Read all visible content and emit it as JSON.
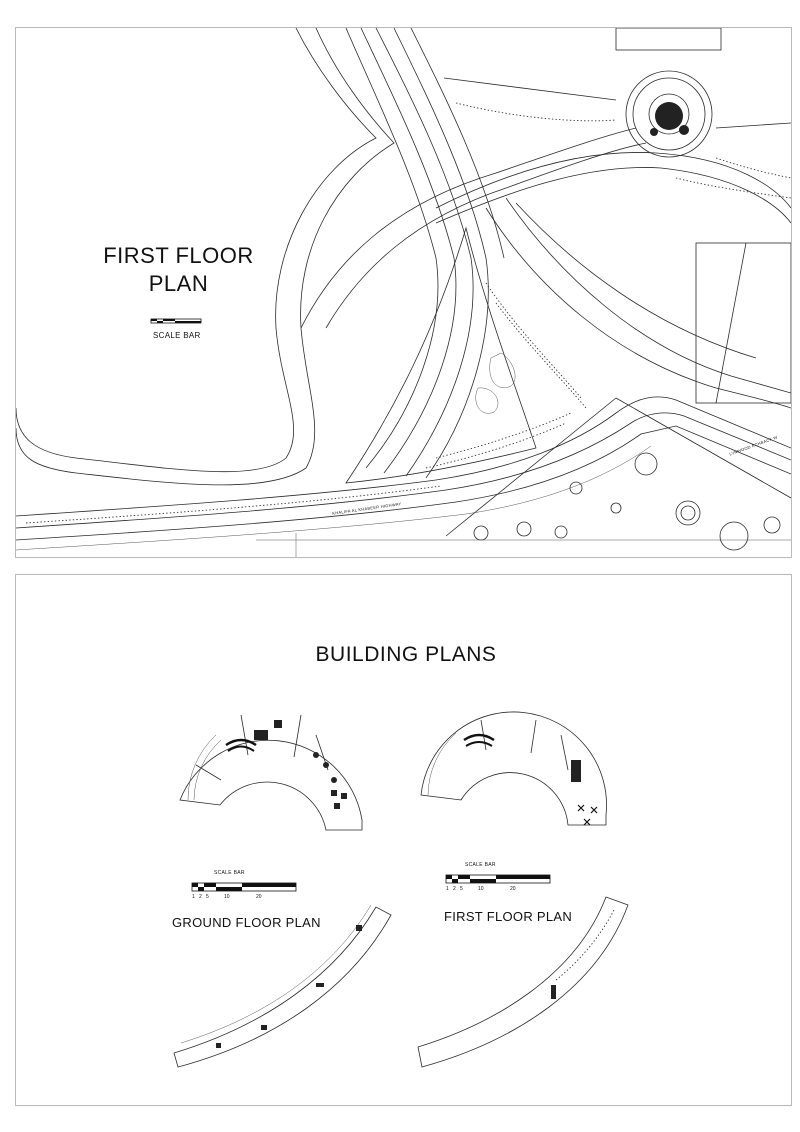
{
  "top_sheet": {
    "title_line1": "FIRST FLOOR",
    "title_line2": "PLAN",
    "scale_bar_label": "SCALE BAR",
    "road_label_1": "KHALIFA AL KHABEER HIGHWAY",
    "road_label_2": "LYNWOOD ECHBACK W"
  },
  "bottom_sheet": {
    "title": "BUILDING PLANS",
    "ground_floor_label": "GROUND FLOOR PLAN",
    "first_floor_label": "FIRST FLOOR PLAN",
    "scale_bar_label_left": "SCALE BAR",
    "scale_bar_label_right": "SCALE BAR",
    "scale_ticks": [
      "1",
      "2",
      "5",
      "10",
      "20"
    ]
  },
  "colors": {
    "line": "#2a2a2a",
    "frame": "#b9b9b9",
    "background": "#ffffff"
  }
}
